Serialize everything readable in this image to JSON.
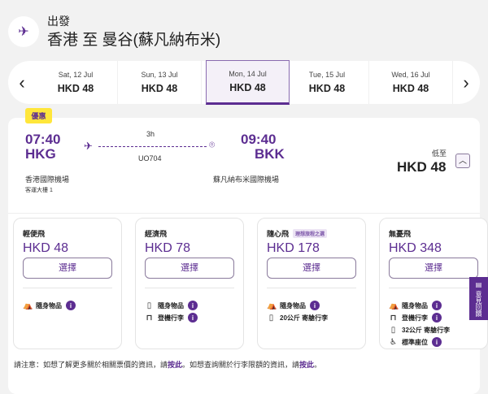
{
  "header": {
    "subtitle": "出發",
    "title": "香港 至 曼谷(蘇凡納布米)",
    "icon": "plane-departure-icon"
  },
  "dates": [
    {
      "date": "Sat, 12 Jul",
      "price": "HKD 48"
    },
    {
      "date": "Sun, 13 Jul",
      "price": "HKD 48"
    },
    {
      "date": "Mon, 14 Jul",
      "price": "HKD 48",
      "selected": true
    },
    {
      "date": "Tue, 15 Jul",
      "price": "HKD 48"
    },
    {
      "date": "Wed, 16 Jul",
      "price": "HKD 48"
    }
  ],
  "flight": {
    "badge": "優惠",
    "dep_time": "07:40",
    "dep_code": "HKG",
    "duration": "3h",
    "flight_no": "UO704",
    "arr_time": "09:40",
    "arr_code": "BKK",
    "dep_airport": "香港國際機場",
    "dep_terminal": "客運大樓 1",
    "arr_airport": "蘇凡納布米國際機場",
    "from_label": "低至",
    "from_price": "HKD 48"
  },
  "fares": [
    {
      "name": "輕便飛",
      "price": "HKD 48",
      "button": "選擇",
      "features": [
        {
          "icon": "backpack-icon",
          "text": "隨身物品",
          "info": true
        }
      ]
    },
    {
      "name": "經濟飛",
      "price": "HKD 78",
      "button": "選擇",
      "features": [
        {
          "icon": "suitcase-icon",
          "text": "隨身物品",
          "info": true
        },
        {
          "icon": "briefcase-icon",
          "text": "登機行李",
          "info": true
        }
      ]
    },
    {
      "name": "隨心飛",
      "tag": "理想旅程之選",
      "price": "HKD 178",
      "button": "選擇",
      "features": [
        {
          "icon": "backpack-icon",
          "text": "隨身物品",
          "info": true
        },
        {
          "icon": "suitcase-icon",
          "text": "20公斤 寄艙行李",
          "info": false
        }
      ]
    },
    {
      "name": "無憂飛",
      "price": "HKD 348",
      "button": "選擇",
      "features": [
        {
          "icon": "backpack-icon",
          "text": "隨身物品",
          "info": true
        },
        {
          "icon": "briefcase-icon",
          "text": "登機行李",
          "info": true
        },
        {
          "icon": "suitcase-icon",
          "text": "32公斤 寄艙行李",
          "info": false
        },
        {
          "icon": "seat-icon",
          "text": "標準座位",
          "info": true
        }
      ]
    }
  ],
  "note": {
    "t1": "請注意：如想了解更多關於相關票價的資訊，請",
    "l1": "按此",
    "t2": "。如想查詢關於行李限額的資訊，請",
    "l2": "按此",
    "t3": "。"
  },
  "feedback": "意見回饋",
  "colors": {
    "brand": "#5c2d91",
    "badge": "#ffe63b"
  }
}
